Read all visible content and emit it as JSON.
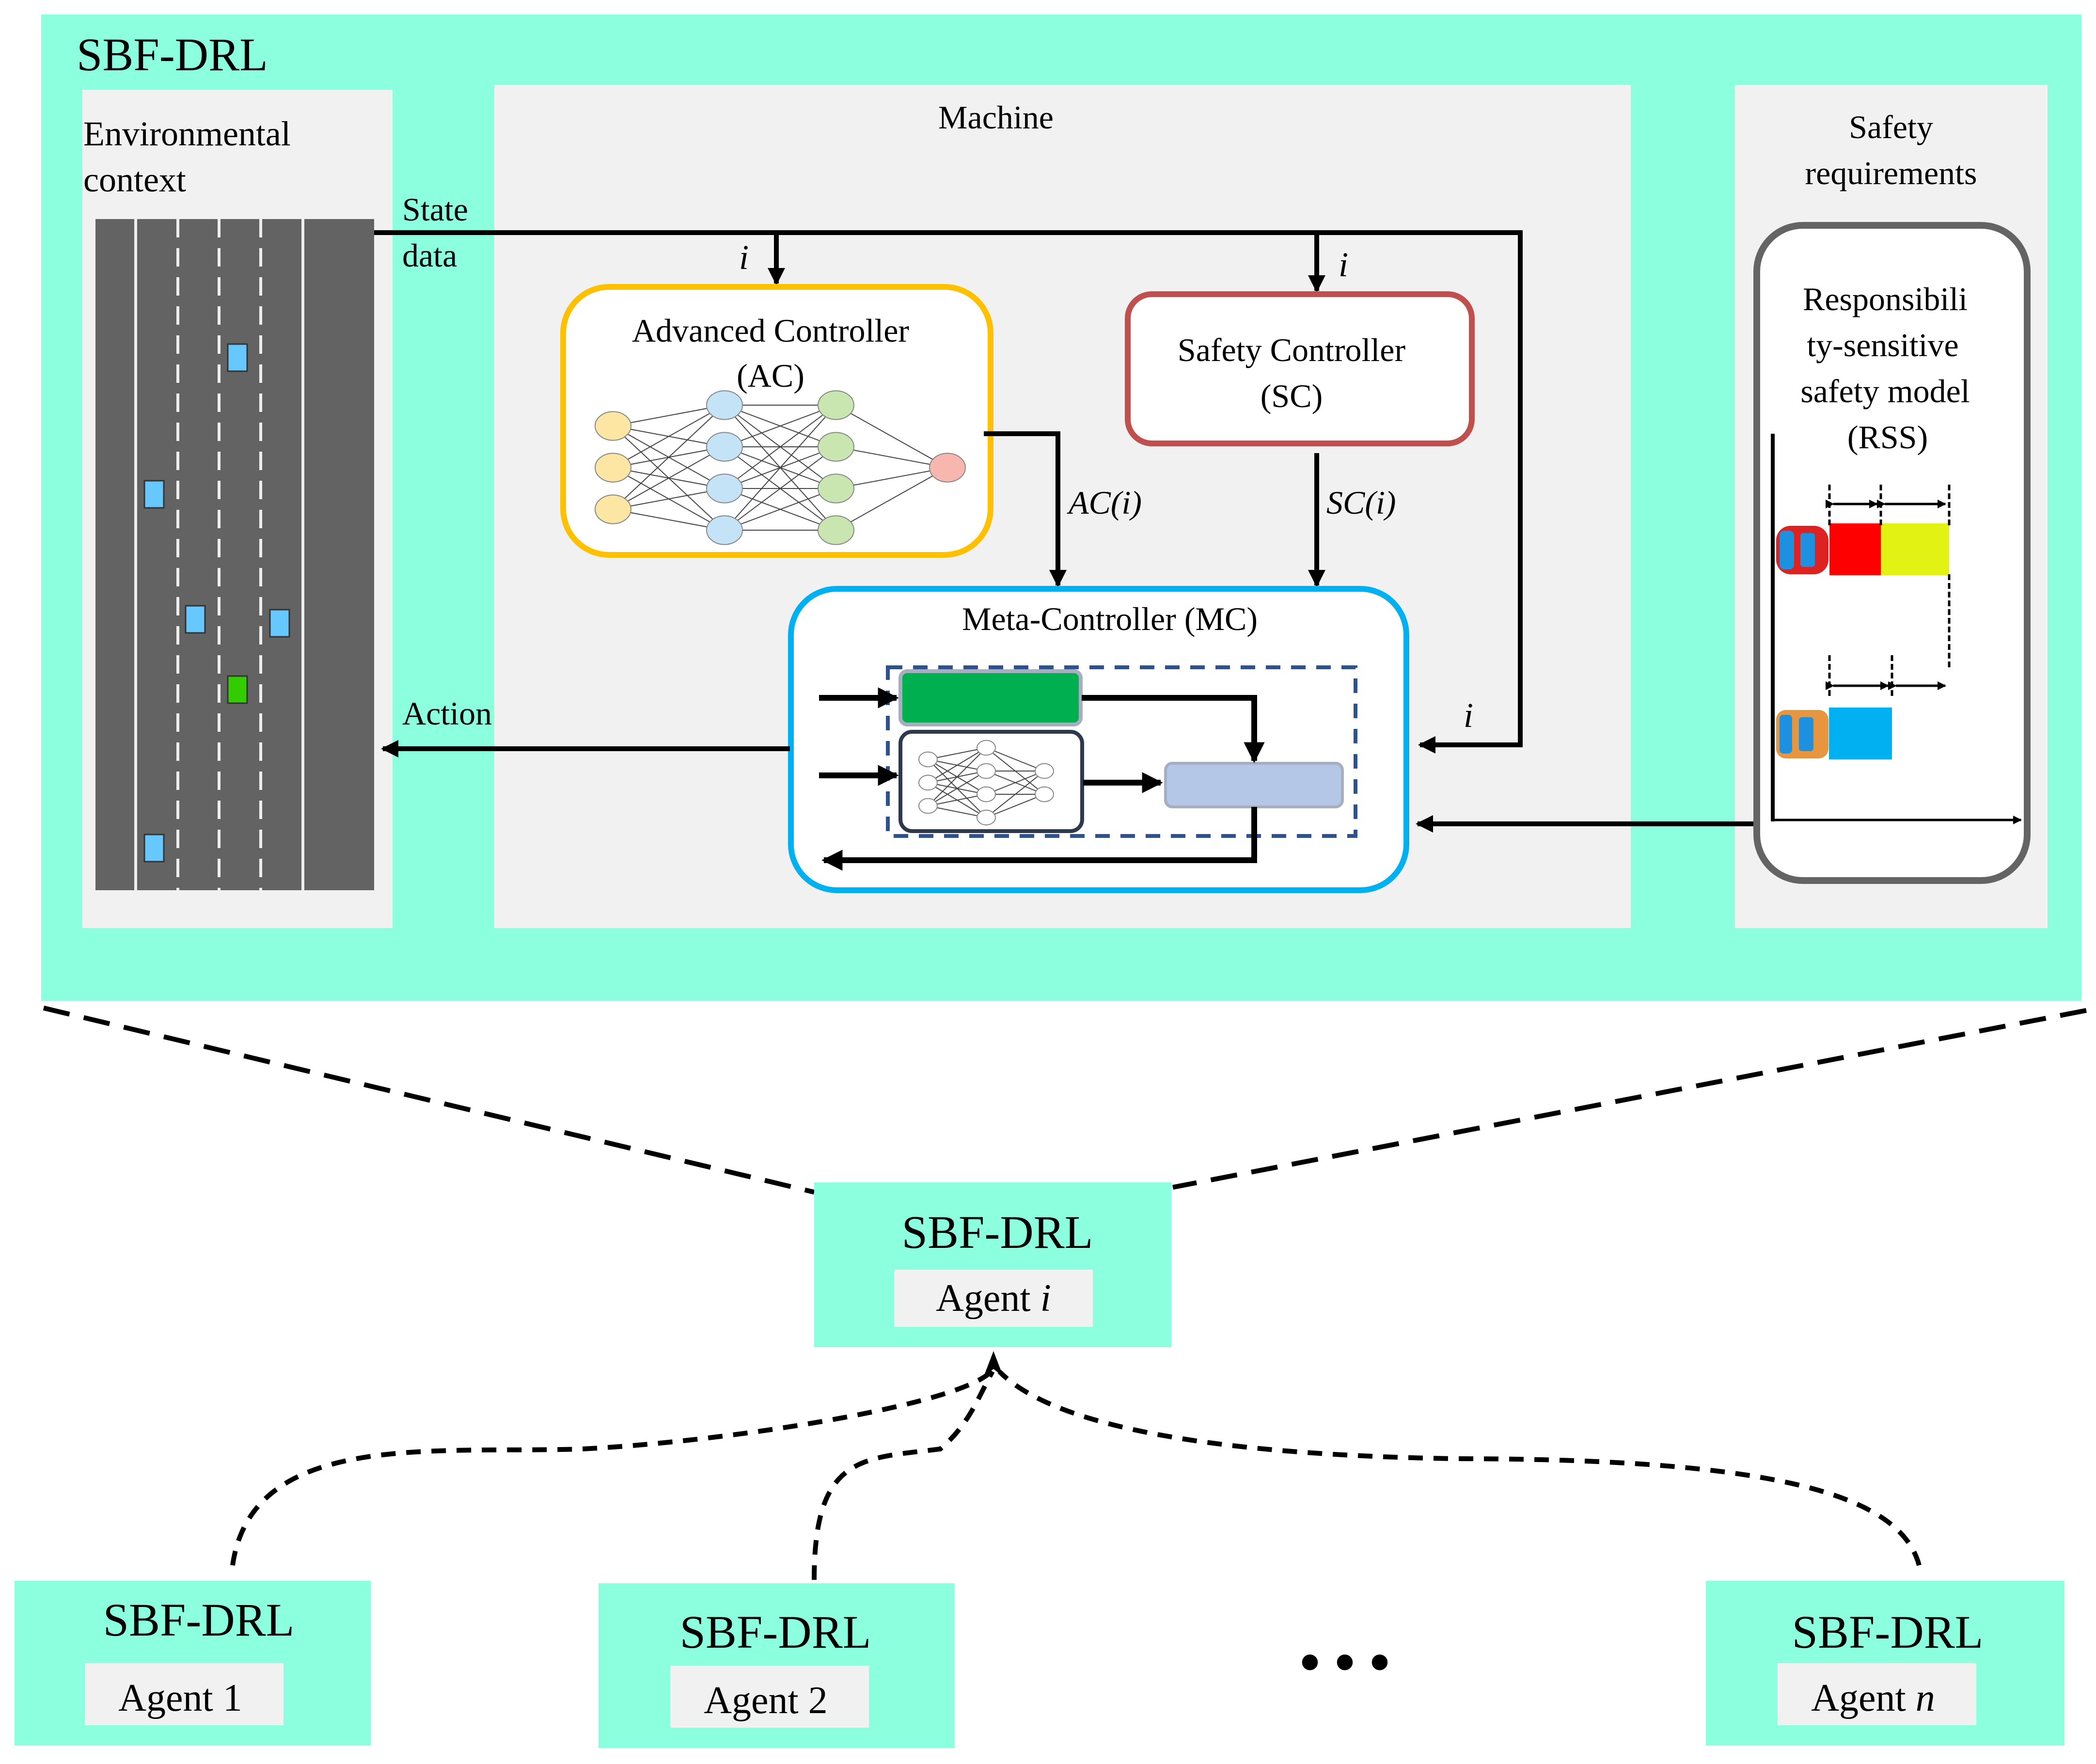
{
  "colors": {
    "framework_bg": "#8cffdf",
    "panel_bg": "#f1f1f1",
    "road": "#636363",
    "ac_border": "#ffc000",
    "sc_border": "#c0504d",
    "mc_border": "#00b0f0",
    "dashed_box": "#2f528f",
    "green_block": "#00b050",
    "blue_block": "#b4c7e7",
    "rss_border": "#646464",
    "rss_red": "#ff0000",
    "rss_yellow": "#e2f212",
    "rss_blue": "#00b0f0",
    "car_blue": "#66c8ff",
    "ego_green": "#33cc00"
  },
  "framework": {
    "title": "SBF-DRL",
    "environment": {
      "label_line1": "Environmental",
      "label_line2": "context",
      "lanes": 4,
      "vehicles": [
        {
          "type": "other",
          "lane": 3
        },
        {
          "type": "other",
          "lane": 1
        },
        {
          "type": "other",
          "lane": 2
        },
        {
          "type": "other",
          "lane": 4
        },
        {
          "type": "ego",
          "lane": 3
        },
        {
          "type": "other",
          "lane": 1
        }
      ]
    },
    "state_data_line1": "State",
    "state_data_line2": "data",
    "action_label": "Action",
    "machine": {
      "title": "Machine",
      "input_label_ac": "i",
      "input_label_sc": "i",
      "input_label_mc": "i",
      "advanced_controller": {
        "line1": "Advanced Controller",
        "line2": "(AC)"
      },
      "safety_controller": {
        "line1": "Safety Controller",
        "line2": "(SC)"
      },
      "ac_output": "AC(i)",
      "sc_output": "SC(i)",
      "meta_controller": {
        "title": "Meta-Controller (MC)"
      }
    },
    "safety_requirements": {
      "title_line1": "Safety",
      "title_line2": "requirements",
      "rss": {
        "line1": "Responsibili",
        "line2": "ty-sensitive",
        "line3": "safety model",
        "line4": "(RSS)"
      }
    }
  },
  "agents": {
    "center": {
      "title": "SBF-DRL",
      "label": "Agent ",
      "label_var": "i"
    },
    "bottom": [
      {
        "title": "SBF-DRL",
        "label": "Agent 1",
        "label_var": ""
      },
      {
        "title": "SBF-DRL",
        "label": "Agent 2",
        "label_var": ""
      },
      {
        "title": "SBF-DRL",
        "label": "Agent ",
        "label_var": "n"
      }
    ],
    "ellipsis": "• • •"
  }
}
